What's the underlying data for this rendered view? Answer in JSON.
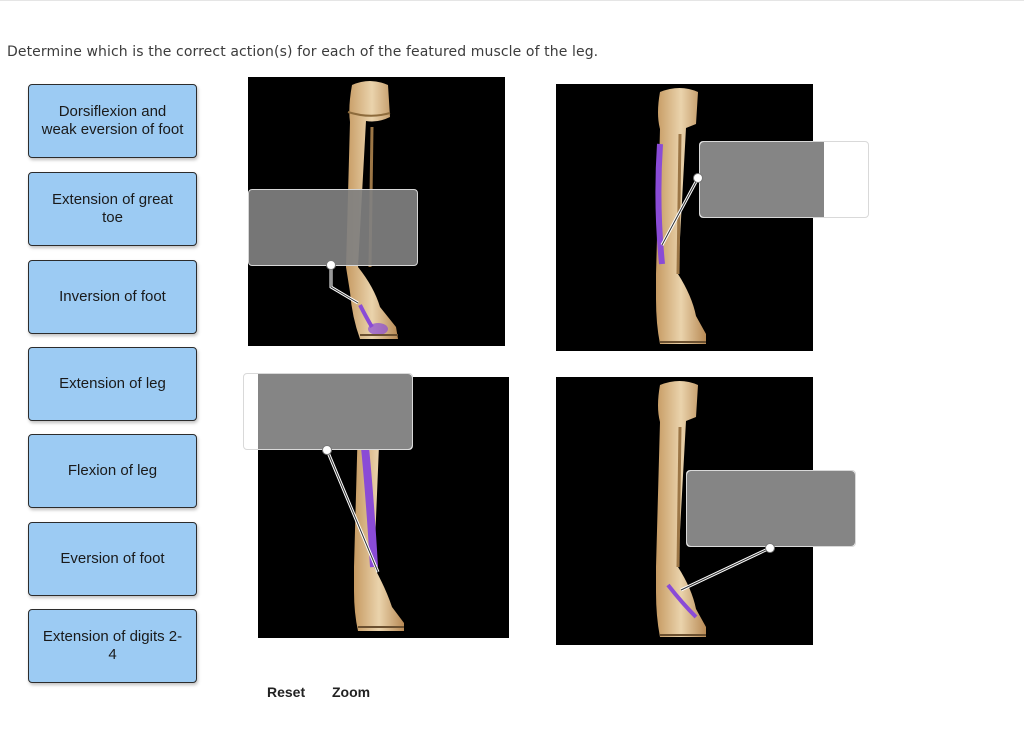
{
  "question": {
    "text": "Determine which is the correct action(s) for each of the featured muscle of the leg."
  },
  "labels": [
    {
      "text": "Dorsiflexion and weak eversion of foot"
    },
    {
      "text": "Extension of great toe"
    },
    {
      "text": "Inversion of foot"
    },
    {
      "text": "Extension of leg"
    },
    {
      "text": "Flexion of leg"
    },
    {
      "text": "Eversion of foot"
    },
    {
      "text": "Extension of digits 2-4"
    }
  ],
  "controls": {
    "reset_label": "Reset",
    "zoom_label": "Zoom"
  },
  "colors": {
    "label_fill": "#9ccbf3",
    "dropzone_fill": "#808080",
    "muscle_highlight": "#8a4bd6",
    "bone": "#d9b98a"
  }
}
